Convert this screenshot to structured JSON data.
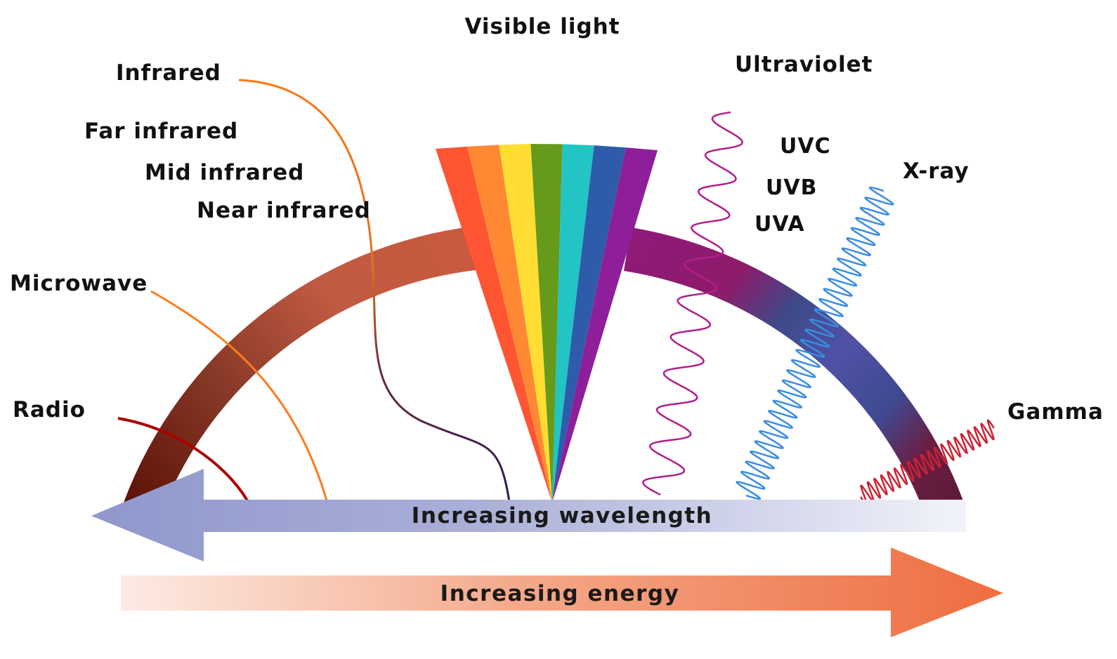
{
  "labels": {
    "visible_light": "Visible light",
    "infrared": "Infrared",
    "far_infrared": "Far infrared",
    "mid_infrared": "Mid infrared",
    "near_infrared": "Near infrared",
    "microwave": "Microwave",
    "radio": "Radio",
    "ultraviolet": "Ultraviolet",
    "uvc": "UVC",
    "uvb": "UVB",
    "uva": "UVA",
    "x_ray": "X-ray",
    "gamma": "Gamma"
  },
  "arrows": {
    "wavelength": "Increasing wavelength",
    "energy": "Increasing energy"
  },
  "colors": {
    "spectrum": [
      "#ff5533",
      "#ff8833",
      "#ffdd33",
      "#669a1a",
      "#22c4c4",
      "#2e5caa",
      "#8e1e9a"
    ],
    "infrared_line": "#ff7711",
    "radio_line": "#aa0000",
    "uv_wave": "#b01e8c",
    "xray_wave": "#3a8de0",
    "gamma_wave": "#cc2233",
    "wavelength_arrow": "#8f97cc",
    "energy_arrow": "#ef7040"
  }
}
